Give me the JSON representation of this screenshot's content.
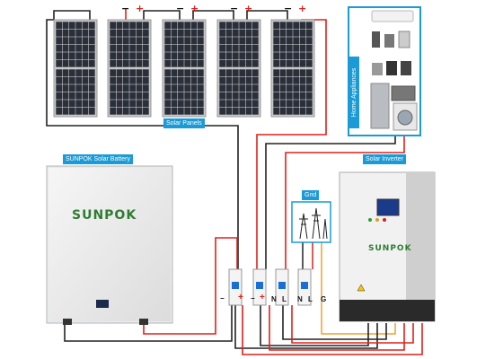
{
  "labels": {
    "solar_panels": "Solar Panels",
    "battery": "SUNPOK Solar Battery",
    "inverter": "Solar Inverter",
    "grid": "Grid",
    "home_appliances": "Home Appliances"
  },
  "brand": {
    "logo_text": "SUNPOK",
    "color": "#2e7d32"
  },
  "panels": [
    {
      "id": "panel-1"
    },
    {
      "id": "panel-2"
    },
    {
      "id": "panel-3"
    },
    {
      "id": "panel-4"
    },
    {
      "id": "panel-5"
    }
  ],
  "terminal_signs": {
    "negative": "−",
    "positive": "+"
  },
  "breaker_terminals": [
    "−",
    "+",
    "N",
    "L",
    "N",
    "L",
    "G"
  ],
  "colors": {
    "label_bg": "#1a9ad6",
    "positive_wire": "#e0201a",
    "negative_wire": "#222222",
    "ground_wire": "#f0a030",
    "panel_frame": "#c8c8c8",
    "panel_cell": "#2a2f3a"
  }
}
